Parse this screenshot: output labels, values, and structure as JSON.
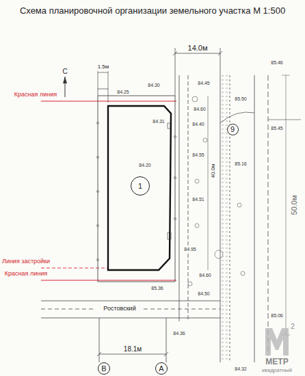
{
  "diagram": {
    "title": "Схема планировочной организации земельного участка М 1:500",
    "nodes": [
      {
        "text": [
          "1"
        ]
      },
      {
        "text": [
          "9"
        ]
      },
      {
        "text": [
          "В"
        ]
      },
      {
        "text": [
          "А"
        ]
      }
    ],
    "labels": [
      "Красная линия",
      "Линия застройки",
      "Красная линия",
      "14.0м",
      "1.5м",
      "50.0м",
      "18.1м",
      "Ростовский",
      "40.0м",
      "С",
      "84.25",
      "84.30",
      "84.31",
      "84.20",
      "84.45",
      "84.60",
      "84.40",
      "84.55",
      "84.51",
      "85.46",
      "85.50",
      "85.16",
      "84.95",
      "85.36",
      "84.36",
      "84.32",
      "85.06",
      "84.50",
      "84.60",
      "85.45",
      "МЕТР",
      "квадратный",
      "2"
    ]
  }
}
